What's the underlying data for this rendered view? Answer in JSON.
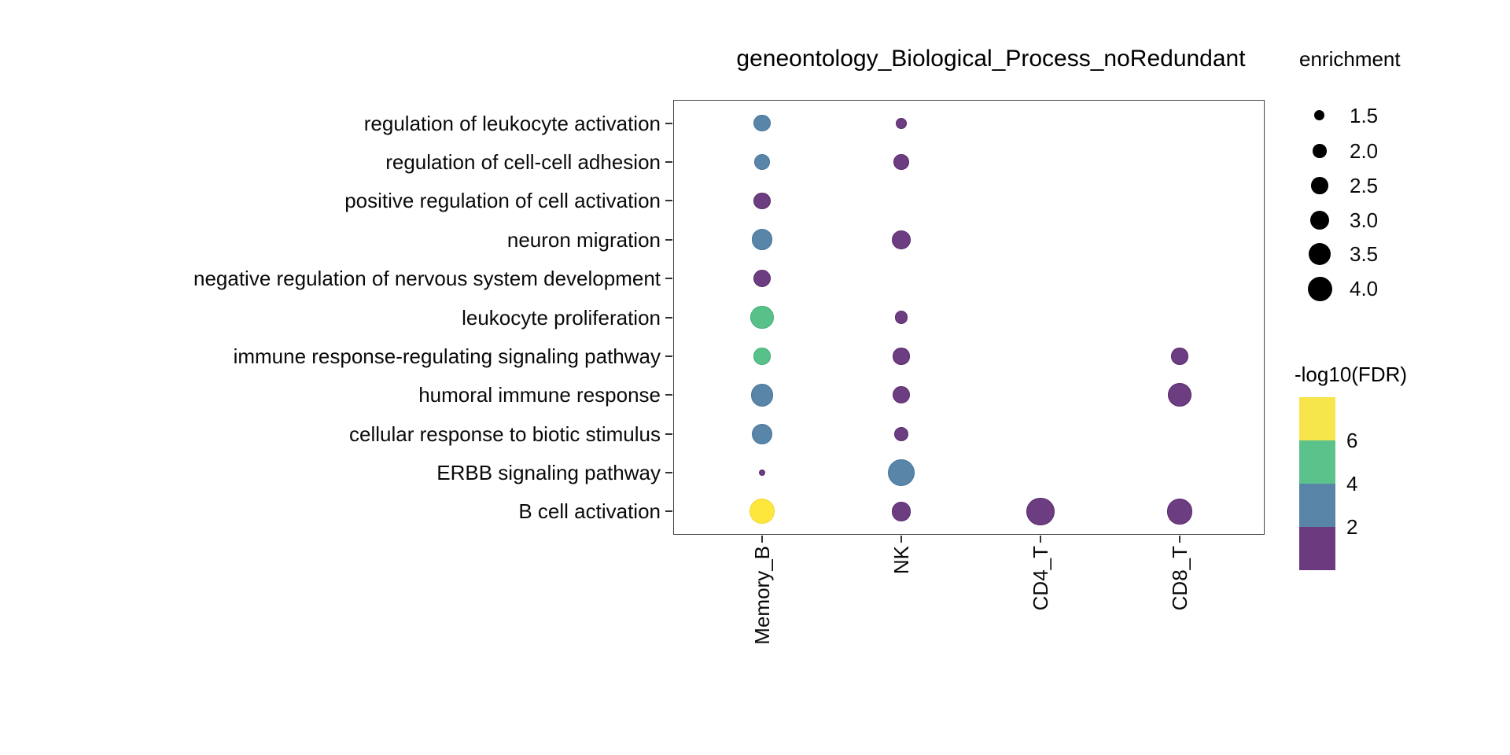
{
  "chart_data": {
    "type": "scatter",
    "title": "geneontology_Biological_Process_noRedundant",
    "x_categories": [
      "Memory_B",
      "NK",
      "CD4_T",
      "CD8_T"
    ],
    "y_categories": [
      "regulation of leukocyte activation",
      "regulation of cell-cell adhesion",
      "positive regulation of cell activation",
      "neuron migration",
      "negative regulation of nervous system development",
      "leukocyte proliferation",
      "immune response-regulating signaling pathway",
      "humoral immune response",
      "cellular response to biotic stimulus",
      "ERBB signaling pathway",
      "B cell activation"
    ],
    "size_encoding": "enrichment",
    "color_encoding": "-log10(FDR), binned",
    "points": [
      {
        "x": "Memory_B",
        "y": "regulation of leukocyte activation",
        "enrichment": 2.5,
        "fdr_bin": "2-4"
      },
      {
        "x": "Memory_B",
        "y": "regulation of cell-cell adhesion",
        "enrichment": 2.3,
        "fdr_bin": "2-4"
      },
      {
        "x": "Memory_B",
        "y": "positive regulation of cell activation",
        "enrichment": 2.5,
        "fdr_bin": "<2"
      },
      {
        "x": "Memory_B",
        "y": "neuron migration",
        "enrichment": 3.3,
        "fdr_bin": "2-4"
      },
      {
        "x": "Memory_B",
        "y": "negative regulation of nervous system development",
        "enrichment": 2.7,
        "fdr_bin": "<2"
      },
      {
        "x": "Memory_B",
        "y": "leukocyte proliferation",
        "enrichment": 3.7,
        "fdr_bin": "4-6"
      },
      {
        "x": "Memory_B",
        "y": "immune response-regulating signaling pathway",
        "enrichment": 2.5,
        "fdr_bin": "4-6"
      },
      {
        "x": "Memory_B",
        "y": "humoral immune response",
        "enrichment": 3.6,
        "fdr_bin": "2-4"
      },
      {
        "x": "Memory_B",
        "y": "cellular response to biotic stimulus",
        "enrichment": 3.2,
        "fdr_bin": "2-4"
      },
      {
        "x": "Memory_B",
        "y": "ERBB signaling pathway",
        "enrichment": 1.1,
        "fdr_bin": "<2"
      },
      {
        "x": "Memory_B",
        "y": "B cell activation",
        "enrichment": 4.2,
        "fdr_bin": ">6"
      },
      {
        "x": "NK",
        "y": "regulation of leukocyte activation",
        "enrichment": 1.6,
        "fdr_bin": "<2"
      },
      {
        "x": "NK",
        "y": "regulation of cell-cell adhesion",
        "enrichment": 2.3,
        "fdr_bin": "<2"
      },
      {
        "x": "NK",
        "y": "neuron migration",
        "enrichment": 2.9,
        "fdr_bin": "<2"
      },
      {
        "x": "NK",
        "y": "leukocyte proliferation",
        "enrichment": 1.9,
        "fdr_bin": "<2"
      },
      {
        "x": "NK",
        "y": "immune response-regulating signaling pathway",
        "enrichment": 2.5,
        "fdr_bin": "<2"
      },
      {
        "x": "NK",
        "y": "humoral immune response",
        "enrichment": 2.6,
        "fdr_bin": "<2"
      },
      {
        "x": "NK",
        "y": "cellular response to biotic stimulus",
        "enrichment": 2.1,
        "fdr_bin": "<2"
      },
      {
        "x": "NK",
        "y": "ERBB signaling pathway",
        "enrichment": 4.6,
        "fdr_bin": "2-4"
      },
      {
        "x": "NK",
        "y": "B cell activation",
        "enrichment": 3.0,
        "fdr_bin": "<2"
      },
      {
        "x": "CD4_T",
        "y": "B cell activation",
        "enrichment": 4.8,
        "fdr_bin": "<2"
      },
      {
        "x": "CD8_T",
        "y": "immune response-regulating signaling pathway",
        "enrichment": 2.5,
        "fdr_bin": "<2"
      },
      {
        "x": "CD8_T",
        "y": "humoral immune response",
        "enrichment": 3.8,
        "fdr_bin": "<2"
      },
      {
        "x": "CD8_T",
        "y": "B cell activation",
        "enrichment": 4.3,
        "fdr_bin": "<2"
      }
    ],
    "bin_colors": {
      "<2": "#6C3D80",
      "2-4": "#5885A8",
      "4-6": "#57C189",
      ">6": "#FDE73C"
    },
    "bin_border_colors": {
      "<2": "#592A6E",
      "2-4": "#47759B",
      "4-6": "#41AE74",
      ">6": "#EFD92F"
    },
    "size_legend": {
      "title": "enrichment",
      "values": [
        "1.5",
        "2.0",
        "2.5",
        "3.0",
        "3.5",
        "4.0"
      ]
    },
    "color_legend": {
      "title": "-log10(FDR)",
      "tick_labels": [
        "6",
        "4",
        "2"
      ],
      "bins": [
        {
          "range": ">6",
          "color": "#F6E64B"
        },
        {
          "range": "4-6",
          "color": "#5BC28C"
        },
        {
          "range": "2-4",
          "color": "#5884A7"
        },
        {
          "range": "<2",
          "color": "#6B3A7F"
        }
      ]
    },
    "legend_position": "right",
    "grid": false
  }
}
